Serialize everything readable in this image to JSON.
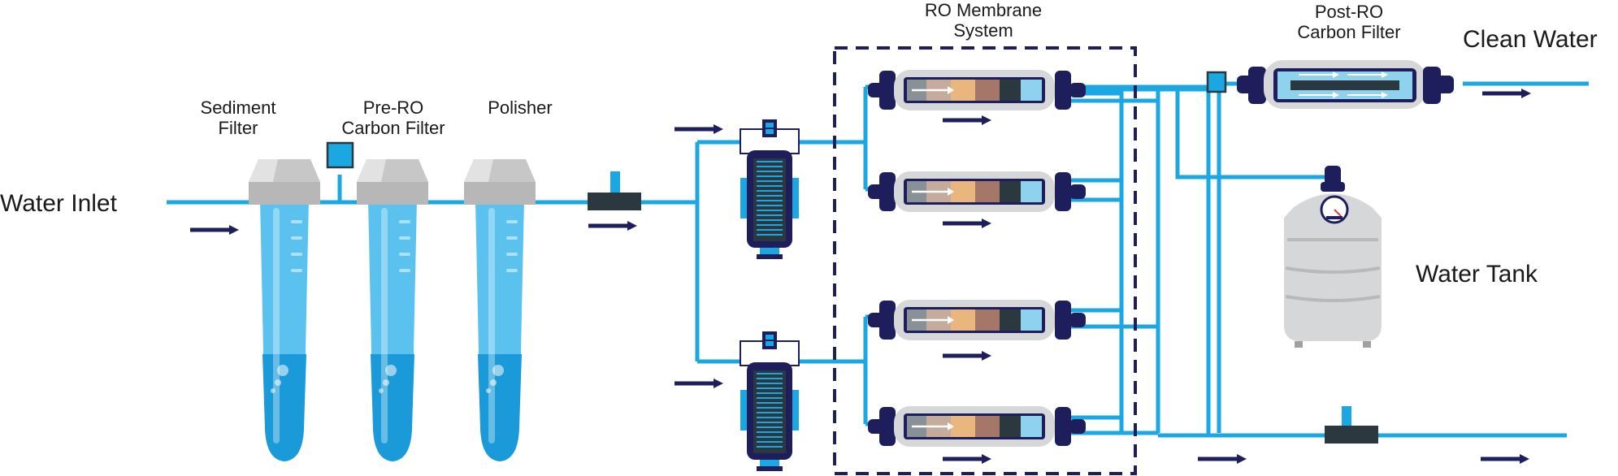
{
  "labels": {
    "water_inlet": "Water Inlet",
    "sediment_filter": [
      "Sediment",
      "Filter"
    ],
    "pre_ro_carbon_filter": [
      "Pre-RO",
      "Carbon Filter"
    ],
    "polisher": "Polisher",
    "ro_membrane_system": [
      "RO Membrane",
      "System"
    ],
    "post_ro_carbon_filter": [
      "Post-RO",
      "Carbon Filter"
    ],
    "clean_water": "Clean Water",
    "water_tank": "Water Tank"
  },
  "colors": {
    "pipe": "#1ba7e1",
    "navy": "#1f1e5c",
    "filter_blue": "#5bc2ef",
    "filter_deep": "#1a9ad8",
    "cap_gray": "#c7c7c7",
    "tank_gray": "#d6d7d8",
    "dark": "#2c3840"
  },
  "icons": {
    "flow_arrow": "arrow-right-icon",
    "pressure_gauge": "gauge-icon"
  }
}
